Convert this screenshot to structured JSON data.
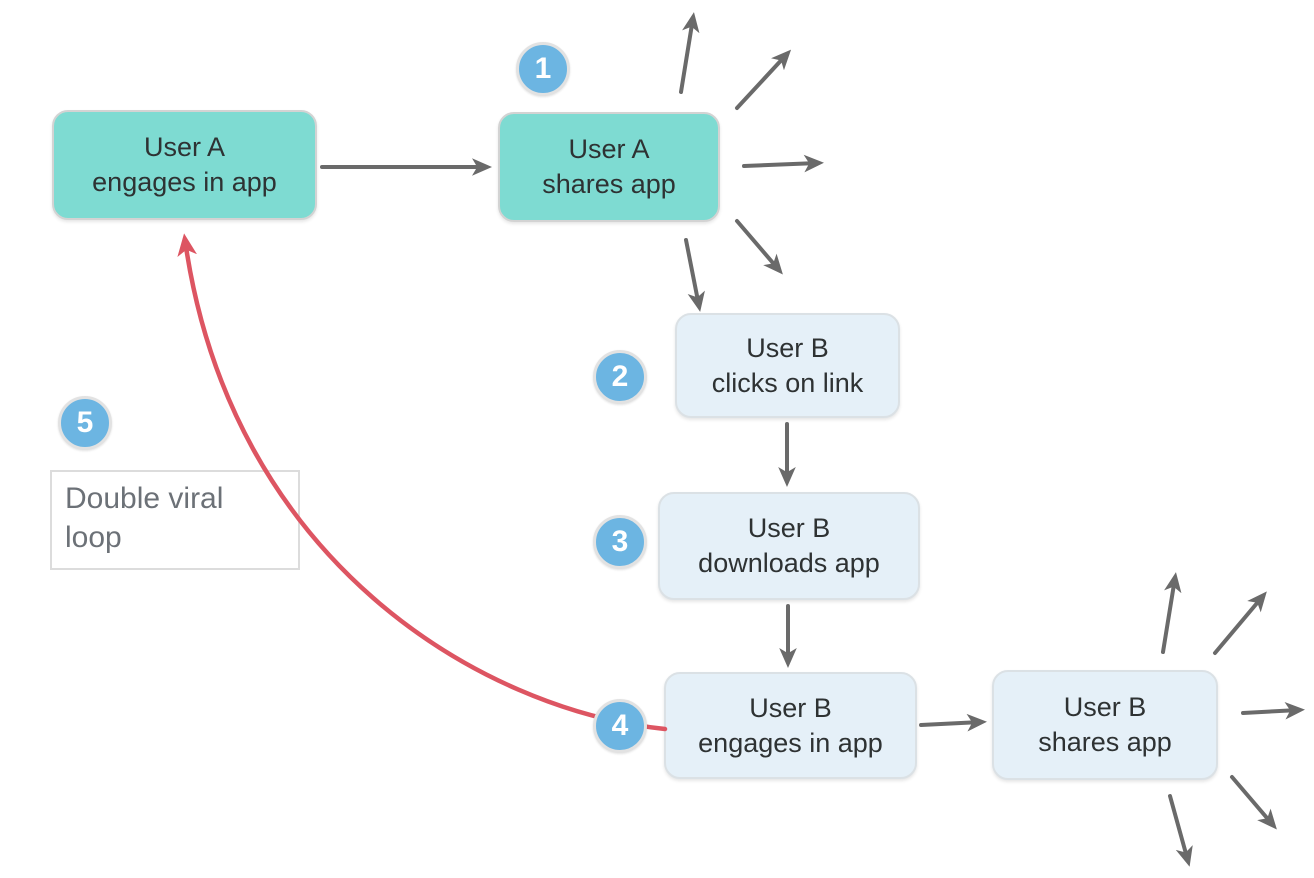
{
  "diagram_title": "Double viral loop",
  "nodes": [
    {
      "id": "user-a-engages",
      "line1": "User A",
      "line2": "engages in app",
      "style": "teal"
    },
    {
      "id": "user-a-shares",
      "line1": "User A",
      "line2": "shares app",
      "style": "teal"
    },
    {
      "id": "user-b-clicks",
      "line1": "User B",
      "line2": "clicks on link",
      "style": "blue"
    },
    {
      "id": "user-b-downloads",
      "line1": "User B",
      "line2": "downloads app",
      "style": "blue"
    },
    {
      "id": "user-b-engages",
      "line1": "User B",
      "line2": "engages in app",
      "style": "blue"
    },
    {
      "id": "user-b-shares",
      "line1": "User B",
      "line2": "shares app",
      "style": "blue"
    }
  ],
  "badges": [
    "1",
    "2",
    "3",
    "4",
    "5"
  ],
  "annotation": {
    "line1": "Double viral",
    "line2": "loop"
  },
  "edges": [
    {
      "from": "user-a-engages",
      "to": "user-a-shares",
      "color": "gray"
    },
    {
      "from": "user-a-shares",
      "to": "user-b-clicks",
      "color": "gray"
    },
    {
      "from": "user-a-shares",
      "to": "broadcast",
      "count": 4,
      "color": "gray"
    },
    {
      "from": "user-b-clicks",
      "to": "user-b-downloads",
      "color": "gray"
    },
    {
      "from": "user-b-downloads",
      "to": "user-b-engages",
      "color": "gray"
    },
    {
      "from": "user-b-engages",
      "to": "user-b-shares",
      "color": "gray"
    },
    {
      "from": "user-b-shares",
      "to": "broadcast",
      "count": 5,
      "color": "gray"
    },
    {
      "from": "user-b-engages",
      "to": "user-a-engages",
      "color": "red",
      "meaning": "double viral loop"
    }
  ],
  "colors": {
    "node_teal": "#7edbd2",
    "node_blue": "#e5f0f8",
    "badge_blue": "#6cb5e2",
    "arrow_gray": "#6a6a6a",
    "loop_red": "#dd5562",
    "node_text": "#2e3233",
    "annotation_text": "#6c7177",
    "background": "#ffffff"
  }
}
